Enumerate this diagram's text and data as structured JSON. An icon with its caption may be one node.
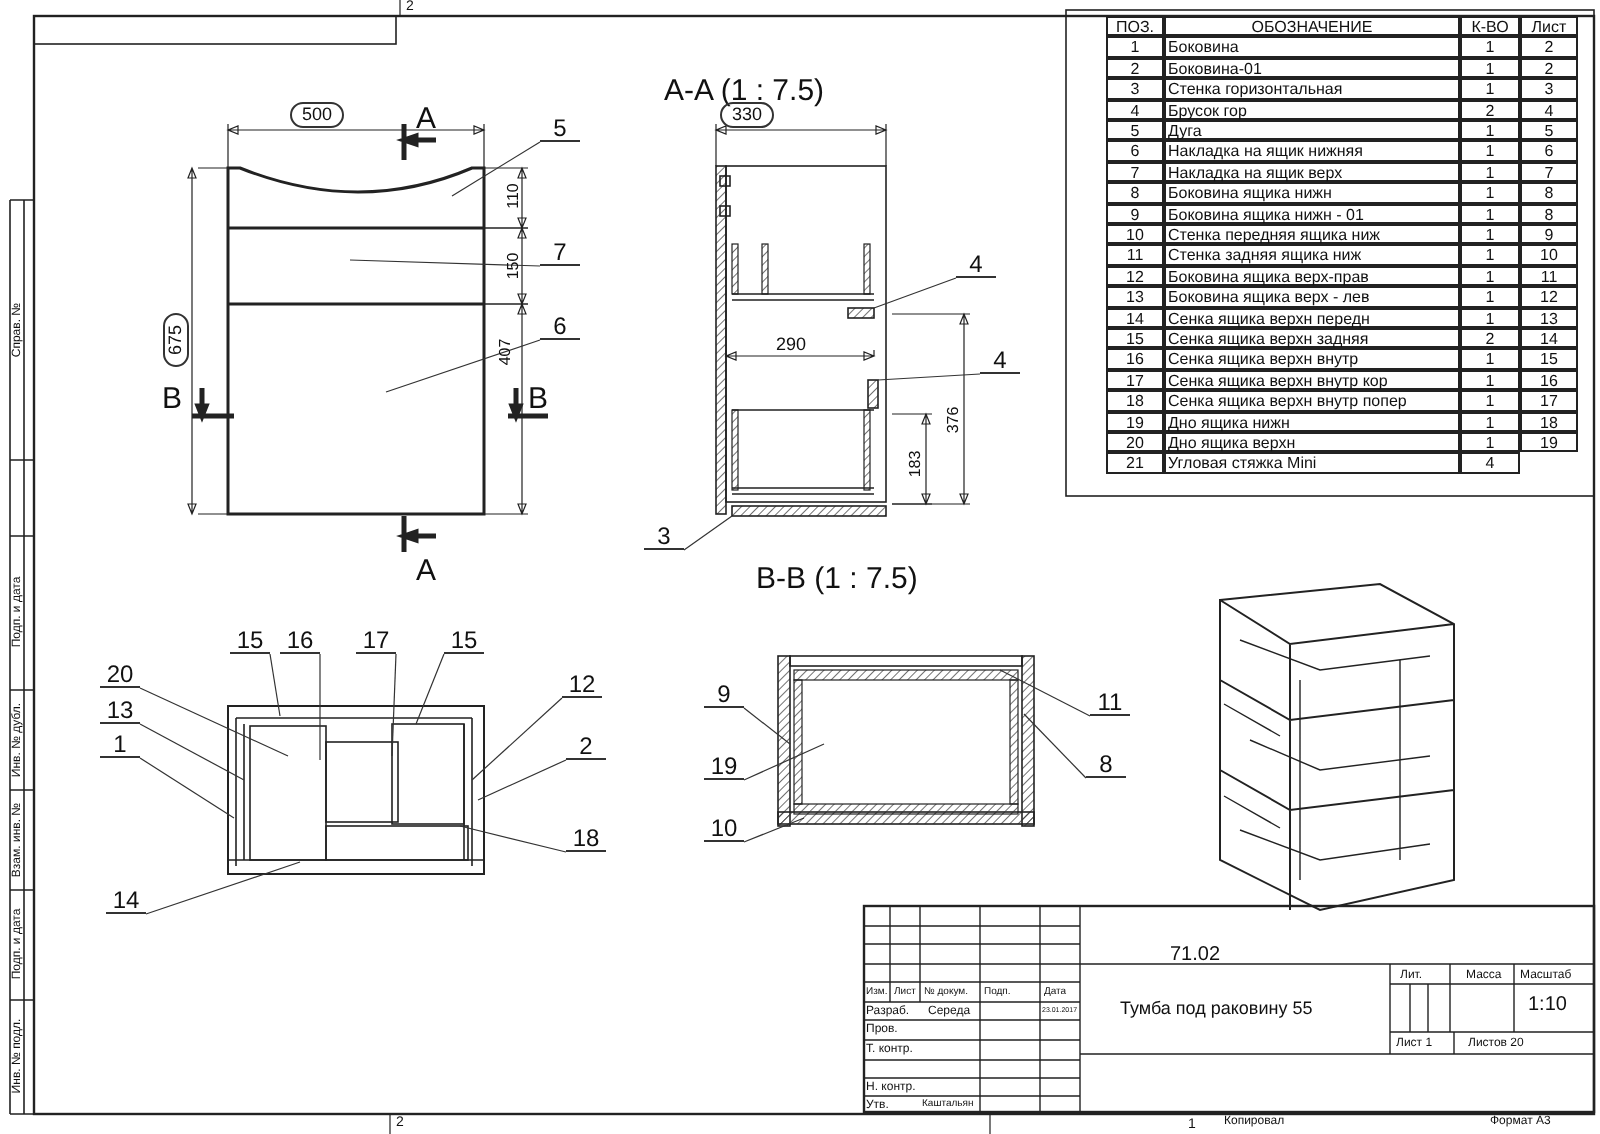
{
  "diagram": {
    "nodes": [
      {
        "text": [
          "5"
        ]
      },
      {
        "text": [
          "7"
        ]
      },
      {
        "text": [
          "6"
        ]
      },
      {
        "text": [
          "4"
        ]
      },
      {
        "text": [
          "4"
        ]
      },
      {
        "text": [
          "3"
        ]
      },
      {
        "text": [
          "15"
        ]
      },
      {
        "text": [
          "16"
        ]
      },
      {
        "text": [
          "17"
        ]
      },
      {
        "text": [
          "15"
        ]
      },
      {
        "text": [
          "20"
        ]
      },
      {
        "text": [
          "12"
        ]
      },
      {
        "text": [
          "13"
        ]
      },
      {
        "text": [
          "2"
        ]
      },
      {
        "text": [
          "1"
        ]
      },
      {
        "text": [
          "18"
        ]
      },
      {
        "text": [
          "14"
        ]
      },
      {
        "text": [
          "9"
        ]
      },
      {
        "text": [
          "11"
        ]
      },
      {
        "text": [
          "19"
        ]
      },
      {
        "text": [
          "8"
        ]
      },
      {
        "text": [
          "10"
        ]
      },
      {
        "text": [],
        "shape": "bar"
      },
      {
        "text": [],
        "shape": "bar"
      },
      {
        "text": [],
        "shape": "bar"
      }
    ],
    "edges": [
      {
        "from": 0,
        "to": null,
        "arrow": "none"
      },
      {
        "from": 1,
        "to": null,
        "arrow": "none"
      },
      {
        "from": 2,
        "to": null,
        "arrow": "none"
      },
      {
        "from": 3,
        "to": 22,
        "arrow": "none"
      },
      {
        "from": 4,
        "to": 23,
        "arrow": "none"
      },
      {
        "from": 5,
        "to": 24,
        "arrow": "none"
      },
      {
        "from": 6,
        "to": null,
        "arrow": "none"
      },
      {
        "from": 7,
        "to": null,
        "arrow": "none"
      },
      {
        "from": 8,
        "to": null,
        "arrow": "none"
      },
      {
        "from": 9,
        "to": null,
        "arrow": "none"
      },
      {
        "from": 10,
        "to": null,
        "arrow": "none"
      },
      {
        "from": 11,
        "to": null,
        "arrow": "none"
      },
      {
        "from": 12,
        "to": null,
        "arrow": "none"
      },
      {
        "from": 13,
        "to": null,
        "arrow": "none"
      },
      {
        "from": 14,
        "to": null,
        "arrow": "none"
      },
      {
        "from": 15,
        "to": null,
        "arrow": "none"
      },
      {
        "from": 16,
        "to": null,
        "arrow": "none"
      },
      {
        "from": 17,
        "to": null,
        "arrow": "none"
      },
      {
        "from": 18,
        "to": null,
        "arrow": "none"
      },
      {
        "from": 19,
        "to": null,
        "arrow": "none"
      },
      {
        "from": 20,
        "to": null,
        "arrow": "none"
      },
      {
        "from": 21,
        "to": null,
        "arrow": "none"
      }
    ],
    "labels": [
      "ПОЗ.",
      "ОБОЗНАЧЕНИЕ",
      "К-ВО",
      "Лист",
      "1",
      "Боковина",
      "1",
      "2",
      "2",
      "Боковина-01",
      "1",
      "2",
      "3",
      "Стенка горизонтальная",
      "1",
      "3",
      "4",
      "Брусок гор",
      "2",
      "4",
      "5",
      "Дуга",
      "1",
      "5",
      "6",
      "Накладка на ящик нижняя",
      "1",
      "6",
      "7",
      "Накладка на ящик верх",
      "1",
      "7",
      "8",
      "Боковина ящика нижн",
      "1",
      "8",
      "9",
      "Боковина ящика нижн - 01",
      "1",
      "8",
      "10",
      "Стенка передняя ящика ниж",
      "1",
      "9",
      "11",
      "Стенка задняя ящика ниж",
      "1",
      "10",
      "12",
      "Боковина ящика верх-прав",
      "1",
      "11",
      "13",
      "Боковина ящика верх - лев",
      "1",
      "12",
      "14",
      "Сенка ящика верхн передн",
      "1",
      "13",
      "15",
      "Сенка ящика верхн задняя",
      "2",
      "14",
      "16",
      "Сенка ящика верхн внутр",
      "1",
      "15",
      "17",
      "Сенка ящика верхн внутр кор",
      "1",
      "16",
      "18",
      "Сенка ящика верхн внутр попер",
      "1",
      "17",
      "19",
      "Дно ящика нижн",
      "1",
      "18",
      "20",
      "Дно ящика верхн",
      "1",
      "19",
      "21",
      "Угловая стяжка Mini",
      "4",
      "A-A (1 : 7.5)",
      "B-B (1 : 7.5)",
      "500",
      "675",
      "110",
      "150",
      "407",
      "330",
      "290",
      "376",
      "183",
      "A",
      "A",
      "B",
      "B",
      "71.02",
      "Изм.",
      "Лист",
      "№ докум.",
      "Подп.",
      "Дата",
      "Разраб.",
      "Середа",
      "23.01.2017",
      "Пров.",
      "Т. контр.",
      "Н. контр.",
      "Утв.",
      "Каштальян",
      "Тумба под раковину 55",
      "Лит.",
      "Масса",
      "Масштаб",
      "1:10",
      "Лист 1",
      "Листов 20",
      "1",
      "Копировал",
      "Формат А3",
      "2",
      "2",
      "Справ. №",
      "Подп. и дата",
      "Инв. № дубл.",
      "Взам. инв. №",
      "Подп. и дата",
      "Инв. № подл."
    ]
  }
}
